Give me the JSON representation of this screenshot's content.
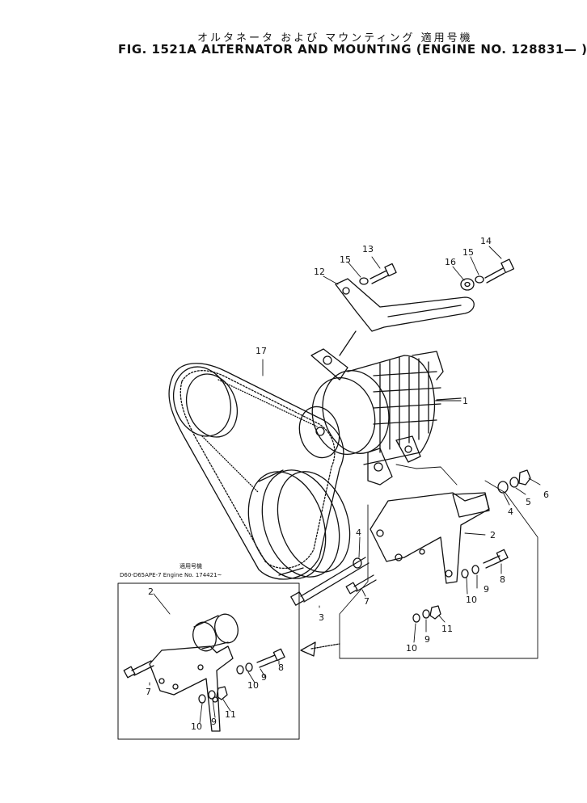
{
  "title_jp": "オルタネータ および マウンティング   適用号機",
  "title_en": "FIG. 1521A  ALTERNATOR AND MOUNTING (ENGINE NO. 128831— )",
  "inset": {
    "header_jp": "適用号機",
    "header_en": "D60-D65APE-7  Engine No. 174421~"
  },
  "callouts": {
    "c1": "1",
    "c2": "2",
    "c2b": "2",
    "c3": "3",
    "c4a": "4",
    "c4b": "4",
    "c5": "5",
    "c6": "6",
    "c7a": "7",
    "c7b": "7",
    "c8a": "8",
    "c8b": "8",
    "c9a": "9",
    "c9b": "9",
    "c9c": "9",
    "c9d": "9",
    "c10a": "10",
    "c10b": "10",
    "c10c": "10",
    "c10d": "10",
    "c11a": "11",
    "c11b": "11",
    "c12": "12",
    "c13": "13",
    "c14": "14",
    "c15a": "15",
    "c15b": "15",
    "c16": "16",
    "c17": "17"
  }
}
